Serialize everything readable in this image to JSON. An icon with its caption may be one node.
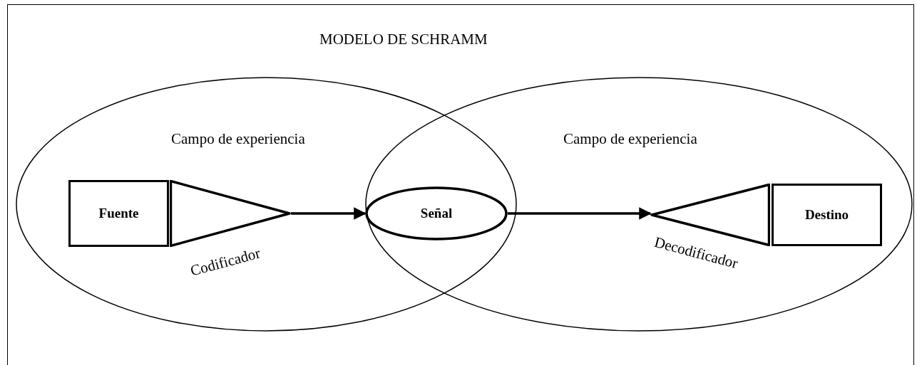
{
  "diagram": {
    "title": "MODELO DE SCHRAMM",
    "nodes": [
      {
        "text": [
          "Campo de experiencia"
        ]
      },
      {
        "text": [
          "Campo de experiencia"
        ]
      },
      {
        "text": [
          "Fuente"
        ],
        "in": 0
      },
      {
        "text": [
          "Codificador"
        ],
        "in": 0
      },
      {
        "text": [
          "Señal"
        ]
      },
      {
        "text": [
          "Decodificador"
        ],
        "in": 1
      },
      {
        "text": [
          "Destino"
        ],
        "in": 1
      }
    ],
    "edges": [
      {
        "from": 3,
        "to": 4,
        "arrow": "to"
      },
      {
        "from": 4,
        "to": 5,
        "arrow": "to"
      }
    ]
  }
}
